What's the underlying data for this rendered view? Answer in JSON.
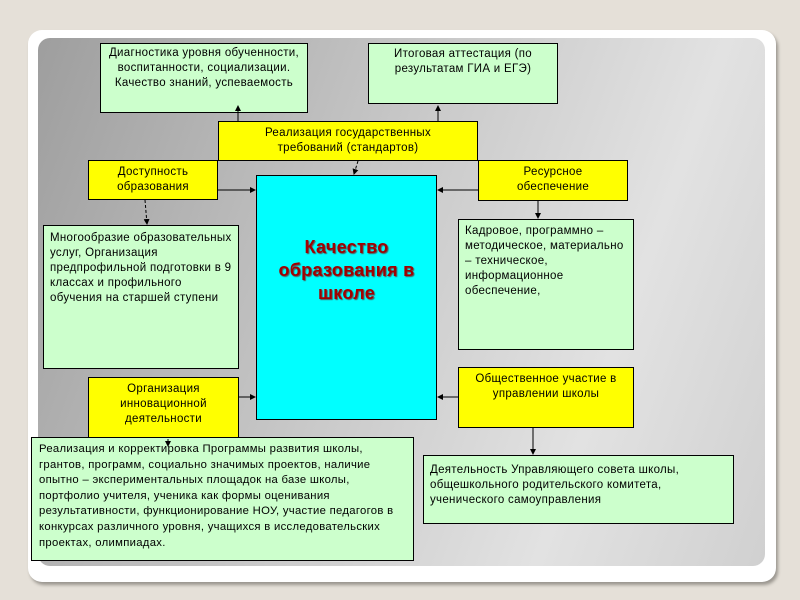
{
  "center": "Качество образования в школе",
  "diagnostics": "Диагностика уровня обученности, воспитанности, социализации. Качество знаний, успеваемость",
  "final_attestation": "Итоговая аттестация (по результатам ГИА и ЕГЭ)",
  "standards": "Реализация государственных требований (стандартов)",
  "accessibility": "Доступность образования",
  "resources": "Ресурсное обеспечение",
  "diversity": "Многообразие образовательных услуг, Организация предпрофильной подготовки в 9 классах и профильного обучения на старшей ступени",
  "resources_detail": "Кадровое, программно – методическое, материально – техническое, информационное обеспечение,",
  "innovation": "Организация инновационной деятельности",
  "public": "Общественное участие в управлении школы",
  "innovation_detail": "Реализация и корректировка Программы развития школы, грантов, программ, социально значимых проектов, наличие опытно – экспериментальных площадок на базе школы, портфолио учителя, ученика как формы оценивания результативности, функционирование НОУ, участие педагогов в конкурсах различного уровня, учащихся в исследовательских проектах, олимпиадах.",
  "public_detail": "Деятельность Управляющего совета школы, общешкольного родительского комитета, ученического самоуправления"
}
